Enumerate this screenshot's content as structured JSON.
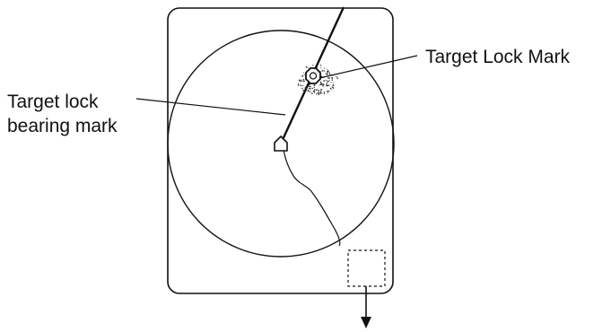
{
  "labels": {
    "target_lock_mark": "Target Lock Mark",
    "bearing_mark_line1": "Target lock",
    "bearing_mark_line2": "bearing mark"
  },
  "colors": {
    "ink": "#111111",
    "background": "#ffffff"
  },
  "icons": {
    "own_ship": "own-ship-symbol",
    "target": "target-lock-octagon",
    "arrow": "down-arrow"
  }
}
